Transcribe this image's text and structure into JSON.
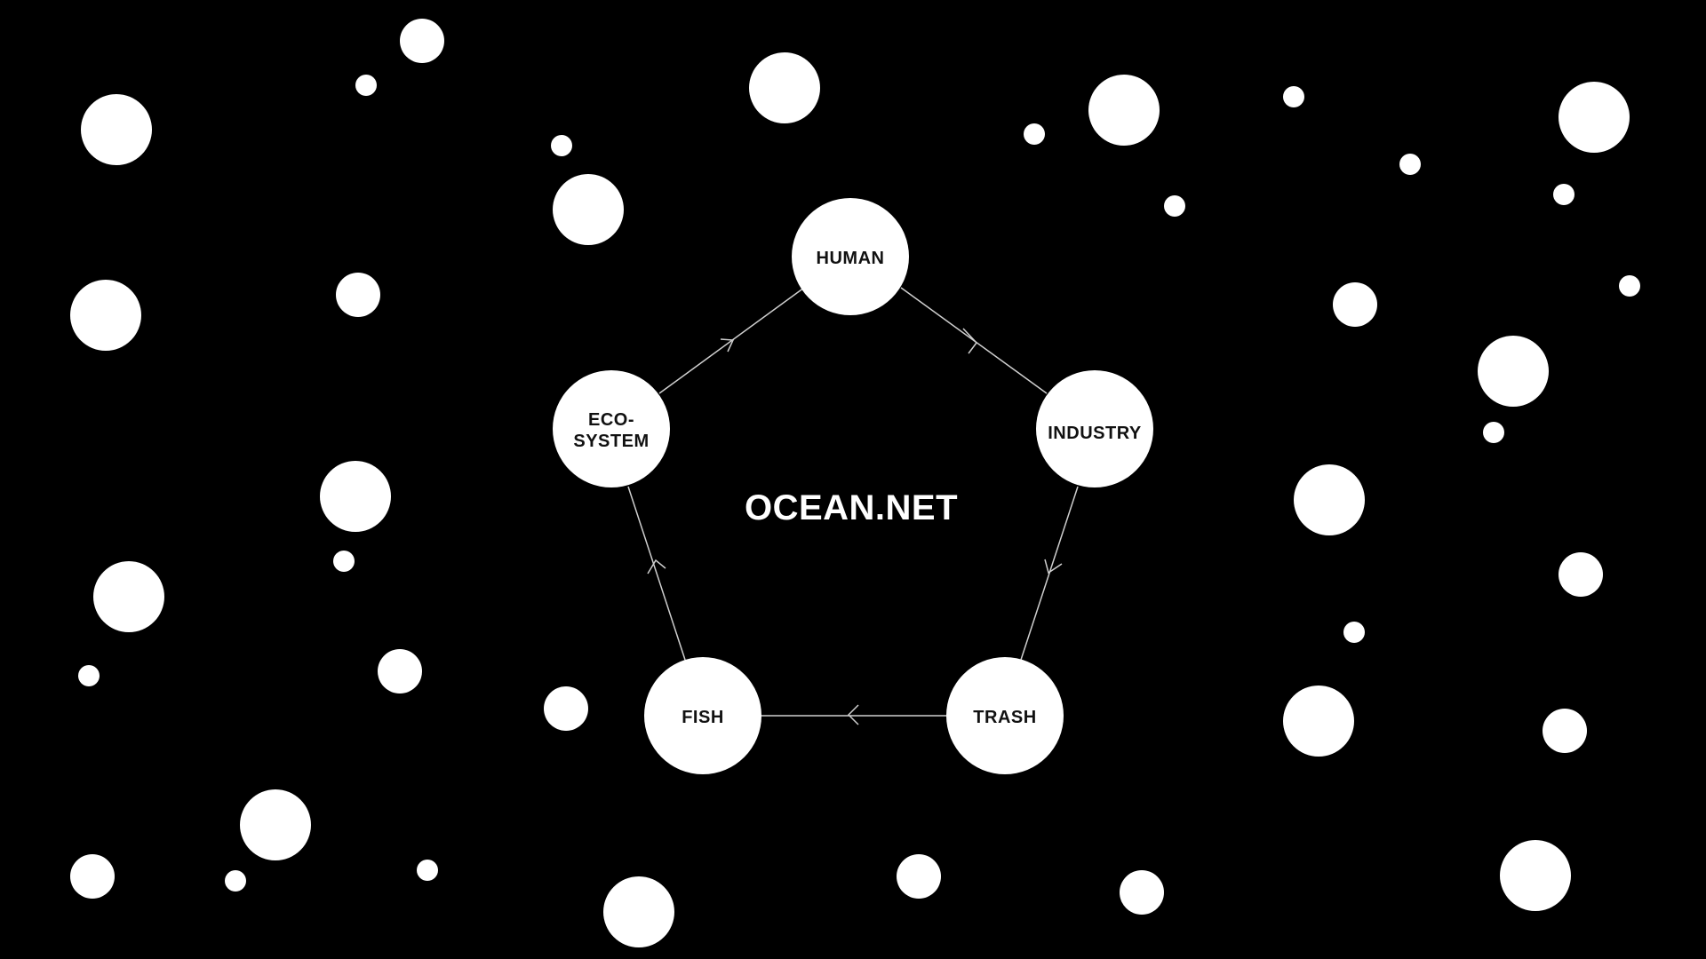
{
  "title": "OCEAN.NET",
  "colors": {
    "background": "#000000",
    "node_fill": "#ffffff",
    "node_text": "#111111",
    "edge": "#cfcfcf",
    "title": "#ffffff"
  },
  "nodes": {
    "human": {
      "lines": [
        "HUMAN"
      ]
    },
    "industry": {
      "lines": [
        "INDUSTRY"
      ]
    },
    "trash": {
      "lines": [
        "TRASH"
      ]
    },
    "fish": {
      "lines": [
        "FISH"
      ]
    },
    "ecosystem": {
      "lines": [
        "ECO-",
        "SYSTEM"
      ]
    }
  },
  "edges": [
    {
      "from": "human",
      "to": "industry"
    },
    {
      "from": "industry",
      "to": "trash"
    },
    {
      "from": "trash",
      "to": "fish"
    },
    {
      "from": "fish",
      "to": "ecosystem"
    },
    {
      "from": "ecosystem",
      "to": "human"
    }
  ]
}
